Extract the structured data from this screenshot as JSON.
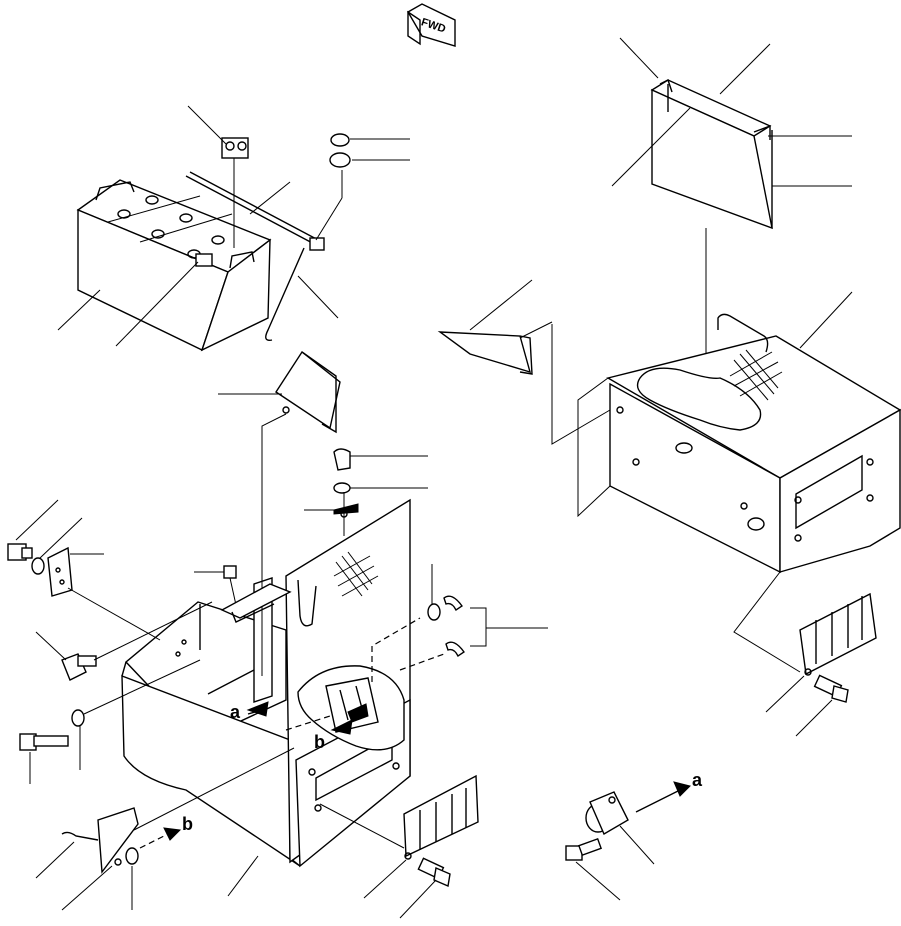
{
  "fwd_label": "FWD",
  "view_labels": {
    "a_arrow": "a",
    "b_arrow": "b",
    "a_target": "a",
    "b_target": "b"
  },
  "icons": [
    "fwd-arrow-icon",
    "direction-arrow-icon"
  ]
}
